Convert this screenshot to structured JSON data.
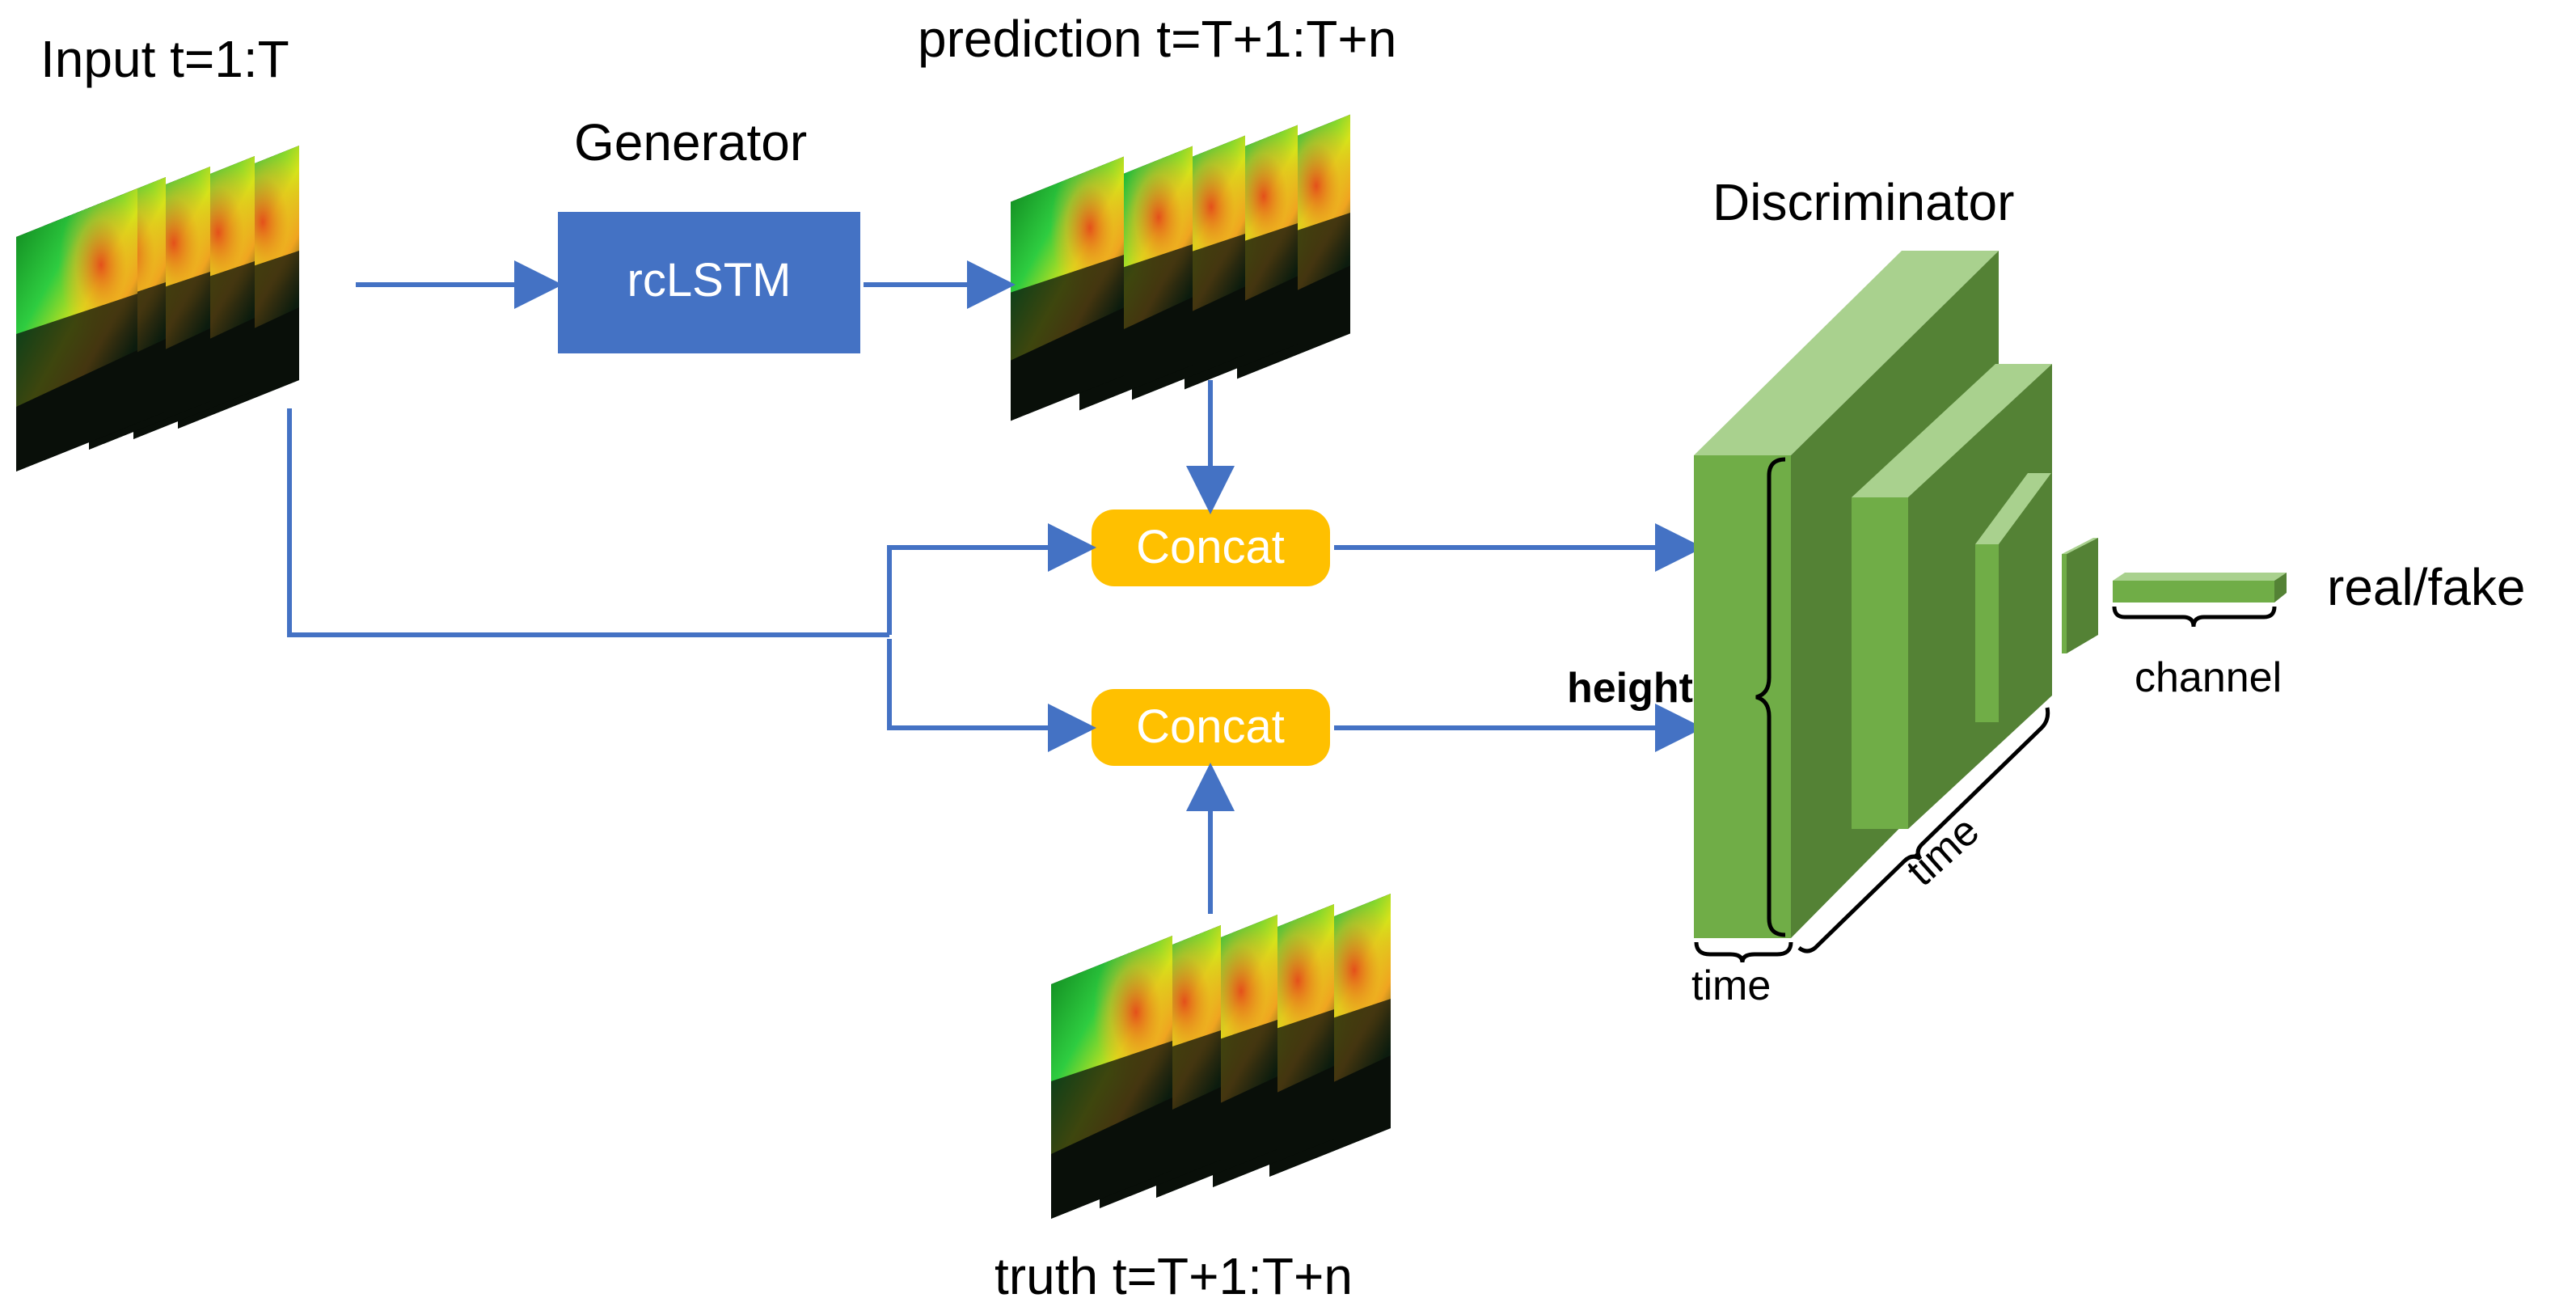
{
  "labels": {
    "input": "Input t=1:T",
    "generator": "Generator",
    "prediction": "prediction t=T+1:T+n",
    "discriminator": "Discriminator",
    "truth": "truth t=T+1:T+n",
    "real_fake": "real/fake",
    "height": "height",
    "time_bottom": "time",
    "time_diagonal": "time",
    "channel": "channel"
  },
  "boxes": {
    "generator": "rcLSTM",
    "concat_top": "Concat",
    "concat_bottom": "Concat"
  },
  "colors": {
    "arrow": "#4472C4",
    "generator_box": "#4472C4",
    "concat_box": "#FFC000",
    "block_front": "#70AD47",
    "block_side": "#548235",
    "block_top": "#A9D18E"
  }
}
